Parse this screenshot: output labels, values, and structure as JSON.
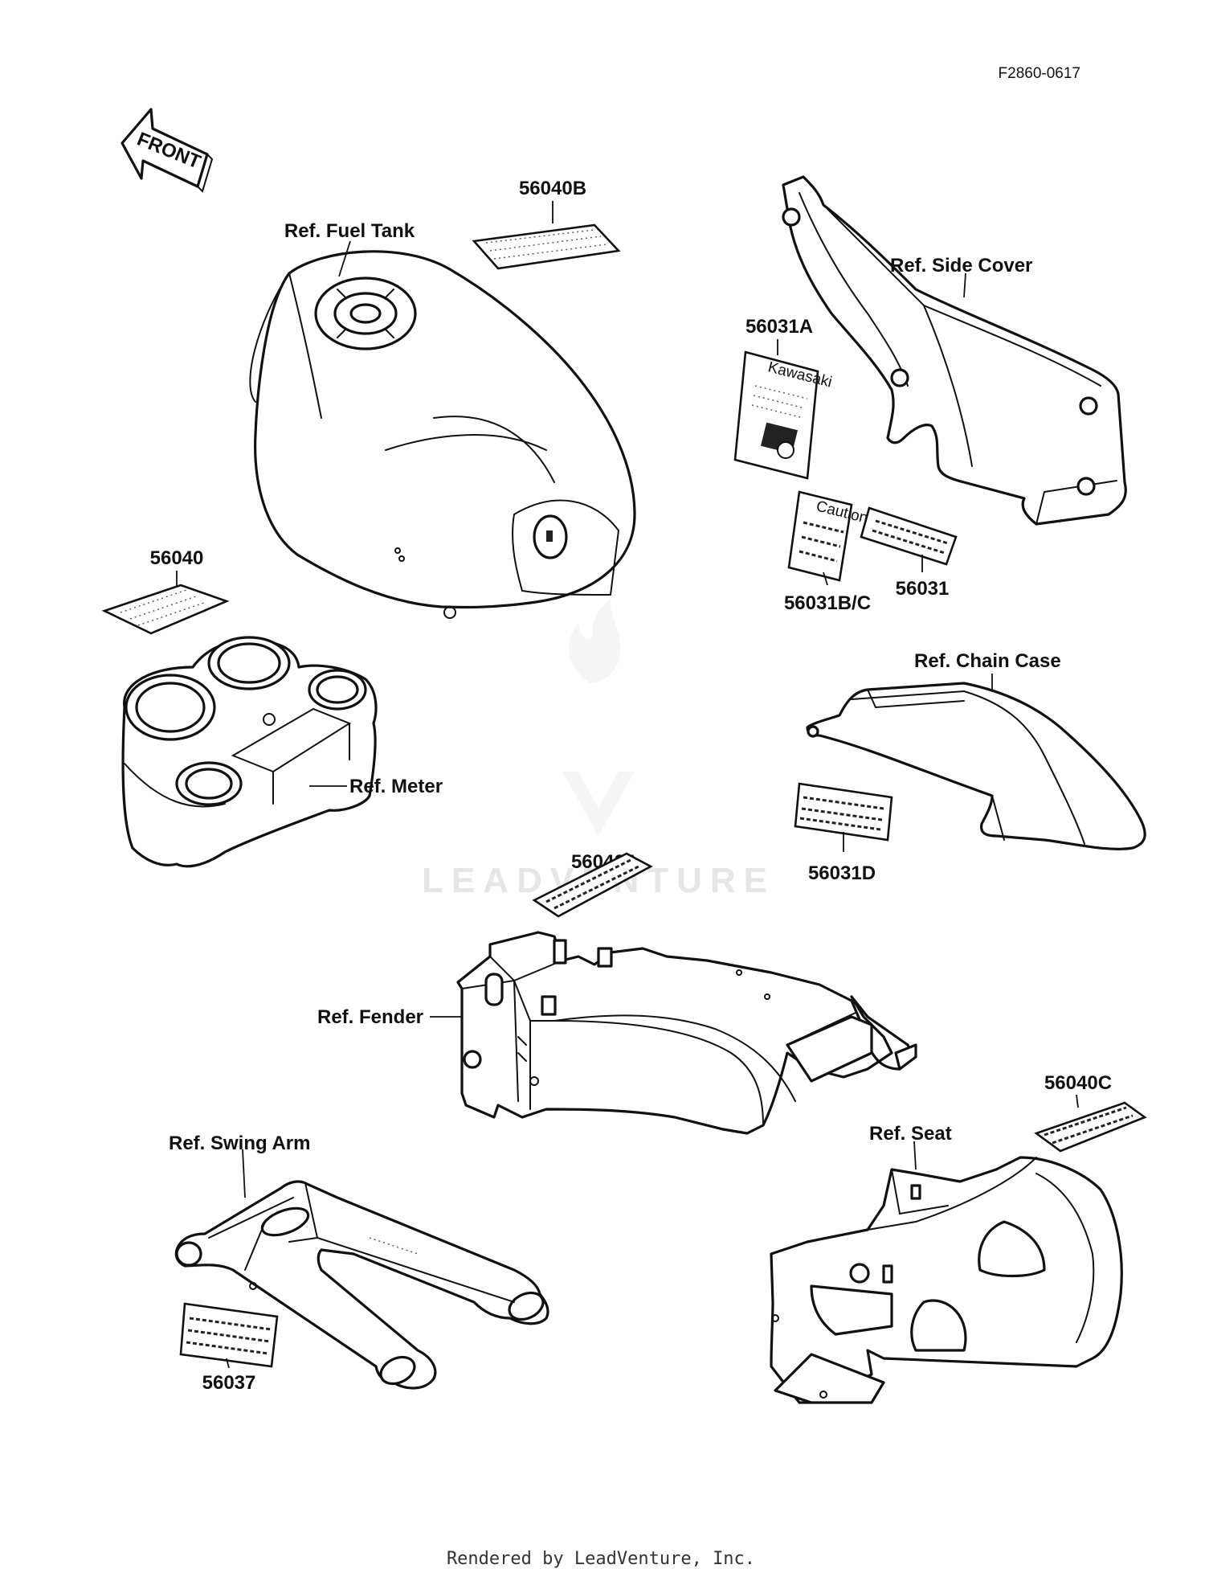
{
  "figure_id": "F2860-0617",
  "front_label": "FRONT",
  "watermark": "LEADVENTURE",
  "footer": "Rendered by LeadVenture, Inc.",
  "references": {
    "fuel_tank": "Ref. Fuel Tank",
    "side_cover": "Ref. Side Cover",
    "chain_case": "Ref. Chain Case",
    "meter": "Ref. Meter",
    "fender": "Ref. Fender",
    "swing_arm": "Ref. Swing Arm",
    "seat": "Ref. Seat"
  },
  "parts": {
    "p56040B": "56040B",
    "p56031A": "56031A",
    "p56040": "56040",
    "p56031BC": "56031B/C",
    "p56031": "56031",
    "p56040A": "56040A",
    "p56031D": "56031D",
    "p56040C": "56040C",
    "p56037": "56037"
  },
  "decal_text": {
    "kawasaki": "Kawasaki",
    "caution": "Caution"
  }
}
